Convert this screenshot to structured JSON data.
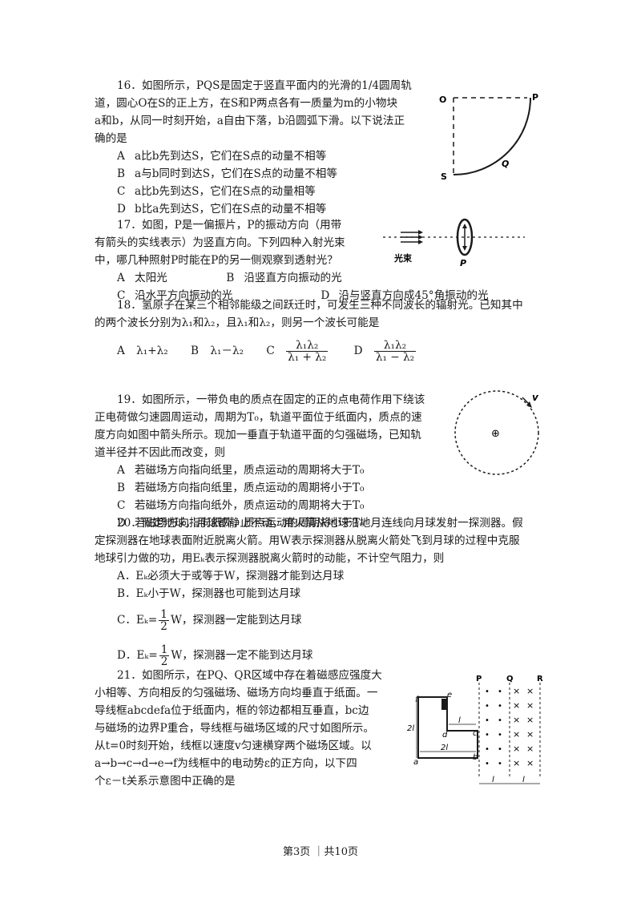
{
  "q16": {
    "line1": "16．如图所示，PQS是固定于竖直平面内的光滑的1/4圆周轨",
    "line2": "道，圆心O在S的正上方，在S和P两点各有一质量为m的小物块",
    "line3": "a和b，从同一时刻开始，a自由下落，b沿圆弧下滑。以下说法正",
    "line4": "确的是",
    "options": [
      {
        "label": "A",
        "text": "a比b先到达S，它们在S点的动量不相等"
      },
      {
        "label": "B",
        "text": "a与b同时到达S，它们在S点的动量不相等"
      },
      {
        "label": "C",
        "text": "a比b先到达S，它们在S点的动量相等"
      },
      {
        "label": "D",
        "text": "b比a先到达S，它们在S点的动量不相等"
      }
    ],
    "fig": {
      "O": "O",
      "P": "P",
      "Q": "Q",
      "S": "S"
    }
  },
  "q17": {
    "line1": "17．如图，P是一偏振片，P的振动方向（用带",
    "line2": "有箭头的实线表示）为竖直方向。下列四种入射光束",
    "line3": "中，哪几种照射P时能在P的另一侧观察到透射光？",
    "optA": {
      "label": "A",
      "text": "太阳光"
    },
    "optB": {
      "label": "B",
      "text": "沿竖直方向振动的光"
    },
    "optC": {
      "label": "C",
      "text": "沿水平方向振动的光"
    },
    "optD": {
      "label": "D",
      "text": "沿与竖直方向成45°角振动的光"
    },
    "fig": {
      "beam": "光束",
      "P": "P"
    }
  },
  "q18": {
    "line1": "18．氢原子在某三个相邻能级之间跃迁时，可发生三种不同波长的辐射光。已知其中",
    "line2": "的两个波长分别为λ₁和λ₂，且λ₁和λ₂，则另一个波长可能是",
    "optA_label": "A",
    "optA_text": "λ₁+λ₂",
    "optB_label": "B",
    "optB_text": "λ₁－λ₂",
    "optC_label": "C",
    "optC_num": "λ₁λ₂",
    "optC_den": "λ₁ + λ₂",
    "optD_label": "D",
    "optD_num": "λ₁λ₂",
    "optD_den": "λ₁ − λ₂"
  },
  "q19": {
    "line1": "19．如图所示，一带负电的质点在固定的正的点电荷作用下绕该",
    "line2": "正电荷做匀速圆周运动，周期为T₀，轨道平面位于纸面内，质点的速",
    "line3": "度方向如图中箭头所示。现加一垂直于轨道平面的匀强磁场，已知轨",
    "line4": "道半径并不因此而改变，则",
    "options": [
      {
        "label": "A",
        "text": "若磁场方向指向纸里，质点运动的周期将大于T₀"
      },
      {
        "label": "B",
        "text": "若磁场方向指向纸里，质点运动的周期将小于T₀"
      },
      {
        "label": "C",
        "text": "若磁场方向指向纸外，质点运动的周期将大于T₀"
      },
      {
        "label": "D",
        "text": "若磁场方向指向纸外，质点运动的周期将小于T₀"
      }
    ],
    "fig": {
      "v": "v",
      "charge": "⊕"
    }
  },
  "q20": {
    "line1": "20．假定地球，月球都静止不动，用火箭从地球沿地月连线向月球发射一探测器。假",
    "line2": "定探测器在地球表面附近脱离火箭。用W表示探测器从脱离火箭处飞到月球的过程中克服",
    "line3": "地球引力做的功，用Eₖ表示探测器脱离火箭时的动能，不计空气阻力，则",
    "optA": "A．Eₖ必须大于或等于W，探测器才能到达月球",
    "optB": "B．Eₖ小于W，探测器也可能到达月球",
    "optC_pre": "C．Eₖ=",
    "optC_post": "W，探测器一定能到达月球",
    "optD_pre": "D．Eₖ=",
    "optD_post": "W，探测器一定不能到达月球",
    "frac_num": "1",
    "frac_den": "2"
  },
  "q21": {
    "line1": "21．如图所示，在PQ、QR区域中存在着磁感应强度大",
    "line2": "小相等、方向相反的匀强磁场、磁场方向均垂直于纸面。一",
    "line3": "导线框abcdefa位于纸面内，框的邻边都相互垂直，bc边",
    "line4": "与磁场的边界P重合，导线框与磁场区域的尺寸如图所示。",
    "line5": "从t=0时刻开始，线框以速度v匀速横穿两个磁场区域。以",
    "line6": "a→b→c→d→e→f为线框中的电动势ε的正方向，以下四",
    "line7": "个ε－t关系示意图中正确的是",
    "fig": {
      "P": "P",
      "Q": "Q",
      "R": "R",
      "a": "a",
      "b": "b",
      "c": "c",
      "d": "d",
      "e": "e",
      "f": "f",
      "l_top": "l",
      "two_l_side": "2l",
      "two_l_bottom": "2l",
      "l_bottom1": "l",
      "l_bottom2": "l",
      "dot": "•",
      "cross": "×"
    }
  },
  "footer": "第3页 ｜共10页"
}
